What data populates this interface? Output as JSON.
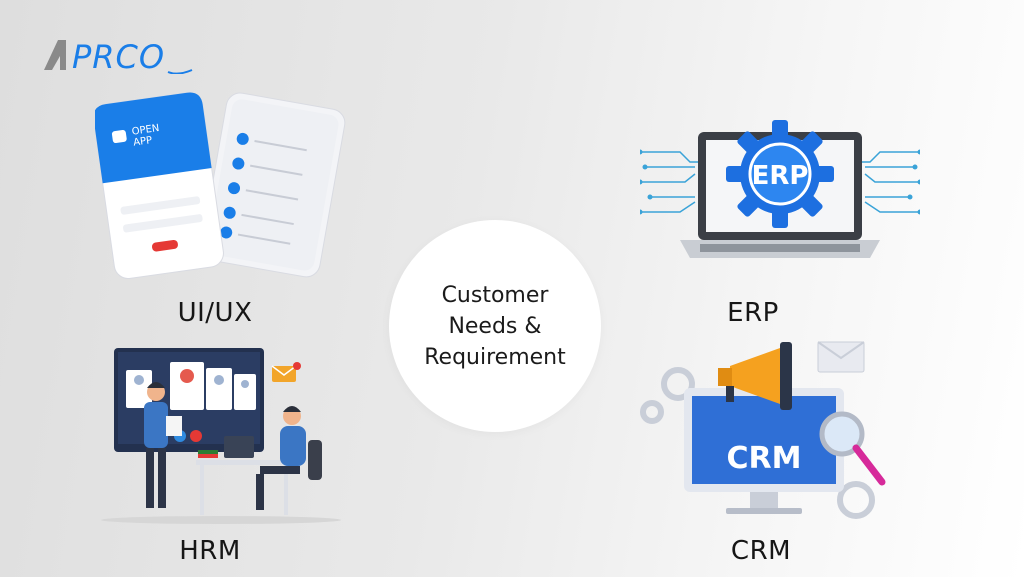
{
  "brand": {
    "logo_text": "PRCO"
  },
  "center": {
    "lines": [
      "Customer",
      "Needs &",
      "Requirement"
    ]
  },
  "sections": {
    "uiux": {
      "label": "UI/UX"
    },
    "erp": {
      "label": "ERP",
      "screen_text": "ERP"
    },
    "hrm": {
      "label": "HRM"
    },
    "crm": {
      "label": "CRM",
      "screen_text": "CRM"
    }
  },
  "phone_app": {
    "title_line1": "OPEN",
    "title_line2": "APP"
  },
  "colors": {
    "brand_blue": "#1a7ee8",
    "erp_blue": "#1d6fe0",
    "crm_screen": "#2f6fd6",
    "megaphone_orange": "#f5a11f",
    "magnifier_pink": "#d62a9a"
  }
}
